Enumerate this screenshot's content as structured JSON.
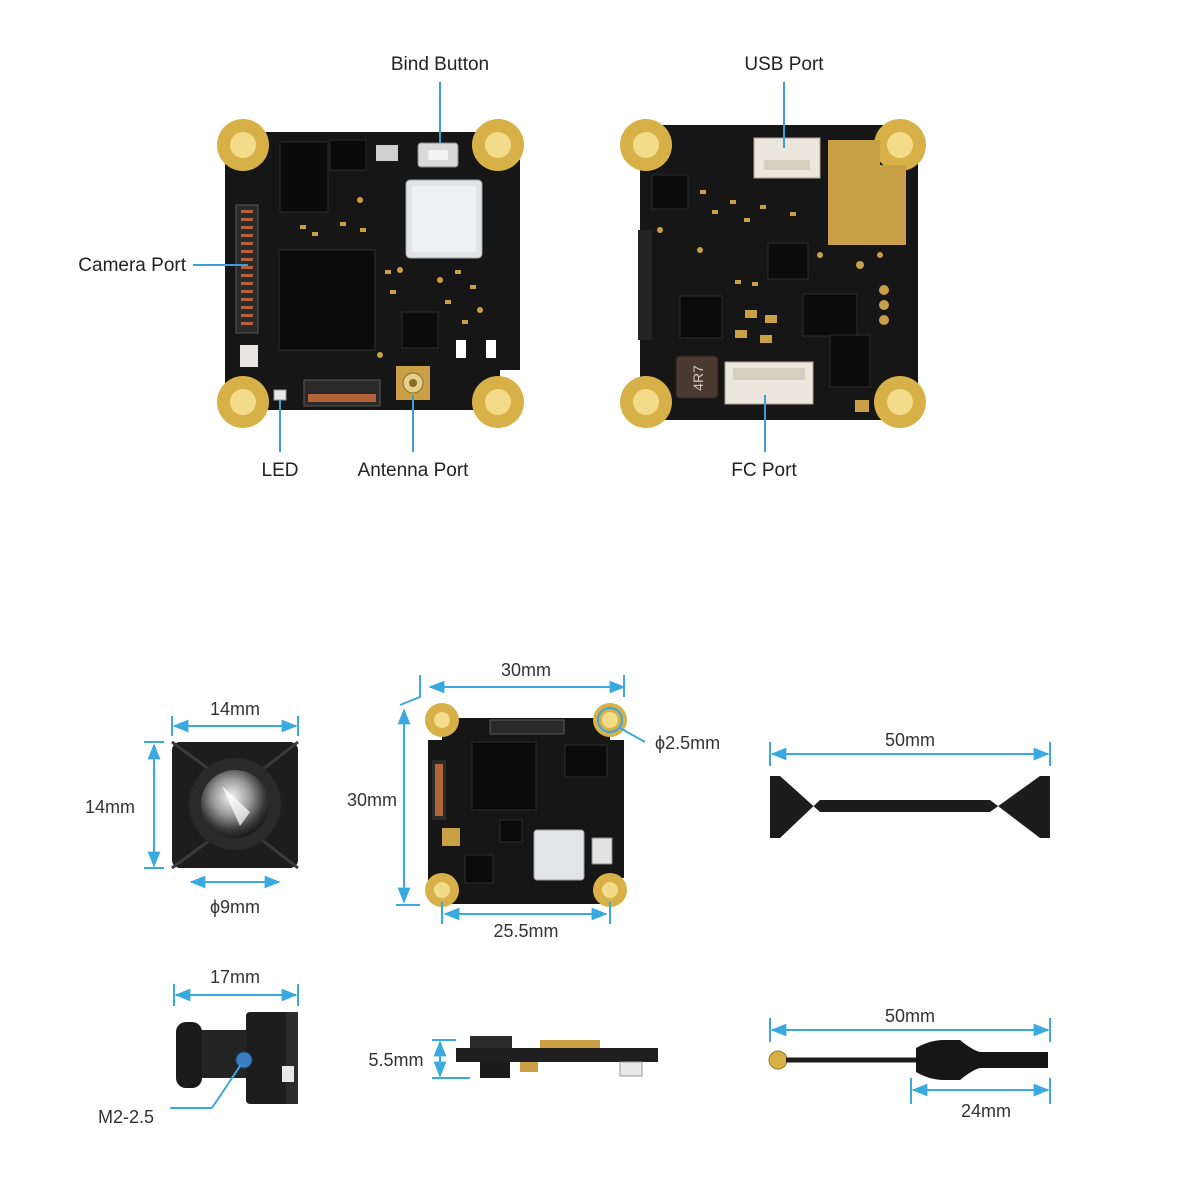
{
  "colors": {
    "dimension_line": "#39a9e0",
    "callout_line": "#3d9fd6",
    "pcb": "#161616",
    "pad_gold": "#d8b048",
    "pad_light": "#f2dc8a",
    "shield": "#e2e4e6",
    "copper_pad": "#c9a045",
    "connector_white": "#ece7dc",
    "connector_orange": "#b4633a",
    "text": "#222222"
  },
  "callouts": {
    "bind_button": "Bind Button",
    "usb_port": "USB Port",
    "camera_port": "Camera Port",
    "led": "LED",
    "antenna_port": "Antenna Port",
    "fc_port": "FC Port"
  },
  "inductor_marking": "4R7",
  "dimensions": {
    "camera_width": "14mm",
    "camera_height": "14mm",
    "lens_diameter": "ϕ9mm",
    "camera_length": "17mm",
    "mount_screw": "M2-2.5",
    "board_width": "30mm",
    "board_height": "30mm",
    "hole_diameter": "ϕ2.5mm",
    "hole_spacing": "25.5mm",
    "board_thickness": "5.5mm",
    "cable_length": "50mm",
    "antenna_length": "50mm",
    "antenna_tip": "24mm"
  },
  "icons": [
    "bind-button-icon",
    "usb-port-icon",
    "camera-port-icon",
    "led-icon",
    "antenna-port-icon",
    "fc-port-icon",
    "lens-icon"
  ]
}
